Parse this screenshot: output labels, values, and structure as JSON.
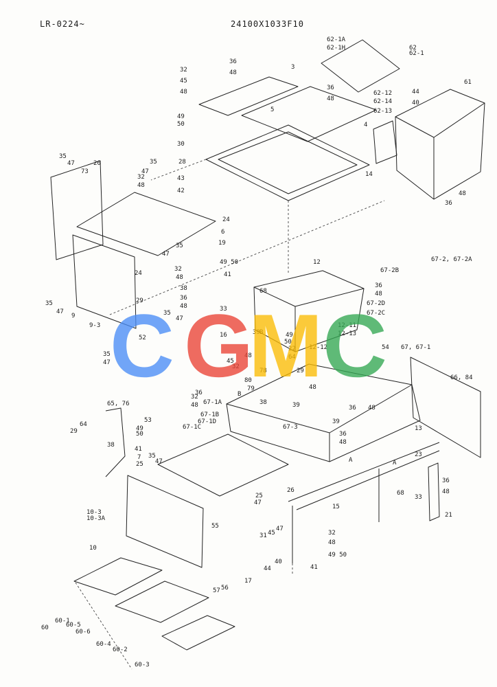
{
  "header": {
    "model_range": "LR-0224~",
    "drawing_number": "24100X1033F10"
  },
  "watermark": {
    "letters": [
      "C",
      "G",
      "M",
      "C"
    ],
    "colors": [
      "#4a8df6",
      "#ea4335",
      "#fbbc05",
      "#34a853"
    ]
  },
  "callouts": [
    "62-1A",
    "62-1H",
    "62",
    "62-1",
    "36",
    "48",
    "3",
    "32",
    "45",
    "48",
    "36",
    "48",
    "62-12",
    "44",
    "40",
    "62-14",
    "62-13",
    "61",
    "5",
    "49",
    "50",
    "4",
    "30",
    "28",
    "14",
    "48",
    "36",
    "35",
    "47",
    "73",
    "20",
    "35",
    "47",
    "32",
    "48",
    "43",
    "42",
    "24",
    "6",
    "35",
    "47",
    "19",
    "32",
    "48",
    "49 50",
    "41",
    "12",
    "67-2B",
    "67-2, 67-2A",
    "36",
    "48",
    "35",
    "47",
    "9",
    "9-3",
    "24",
    "29",
    "38",
    "36",
    "48",
    "68",
    "33",
    "35",
    "47",
    "B",
    "39",
    "49",
    "50",
    "12-11",
    "12-13",
    "67-2D",
    "67-2C",
    "54",
    "52",
    "16",
    "22",
    "64",
    "12-12",
    "67, 67-1",
    "35",
    "47",
    "45",
    "48",
    "32",
    "78",
    "80",
    "79",
    "29",
    "38",
    "66, 84",
    "48",
    "36",
    "B",
    "32",
    "48",
    "67-1A",
    "39",
    "36",
    "48",
    "67-3",
    "39",
    "65, 76",
    "53",
    "67-1B",
    "67-1D",
    "67-1C",
    "64",
    "49",
    "50",
    "41",
    "35",
    "47",
    "29",
    "38",
    "13",
    "36",
    "48",
    "23",
    "A",
    "A",
    "68",
    "33",
    "7",
    "25",
    "26",
    "25",
    "47",
    "15",
    "36",
    "48",
    "21",
    "10-3",
    "10-3A",
    "55",
    "31",
    "45",
    "47",
    "32",
    "48",
    "10",
    "40",
    "44",
    "49 50",
    "41",
    "57",
    "56",
    "17",
    "60-1",
    "60-5",
    "60",
    "60-6",
    "60-4",
    "60-2",
    "60-3"
  ]
}
